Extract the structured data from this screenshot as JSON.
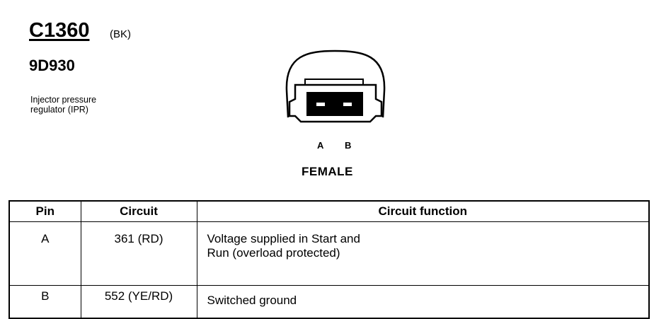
{
  "connector": {
    "id": "C1360",
    "color_code": "(BK)",
    "part_number": "9D930",
    "description_lines": [
      "Injector pressure",
      "regulator (IPR)"
    ],
    "pin_labels": [
      "A",
      "B"
    ],
    "gender": "FEMALE"
  },
  "table": {
    "headers": {
      "pin": "Pin",
      "circuit": "Circuit",
      "function": "Circuit function"
    },
    "rows": [
      {
        "pin": "A",
        "circuit": "361 (RD)",
        "function_lines": [
          "Voltage supplied in Start and",
          "Run (overload protected)"
        ]
      },
      {
        "pin": "B",
        "circuit": "552 (YE/RD)",
        "function_lines": [
          "Switched ground"
        ]
      }
    ]
  }
}
